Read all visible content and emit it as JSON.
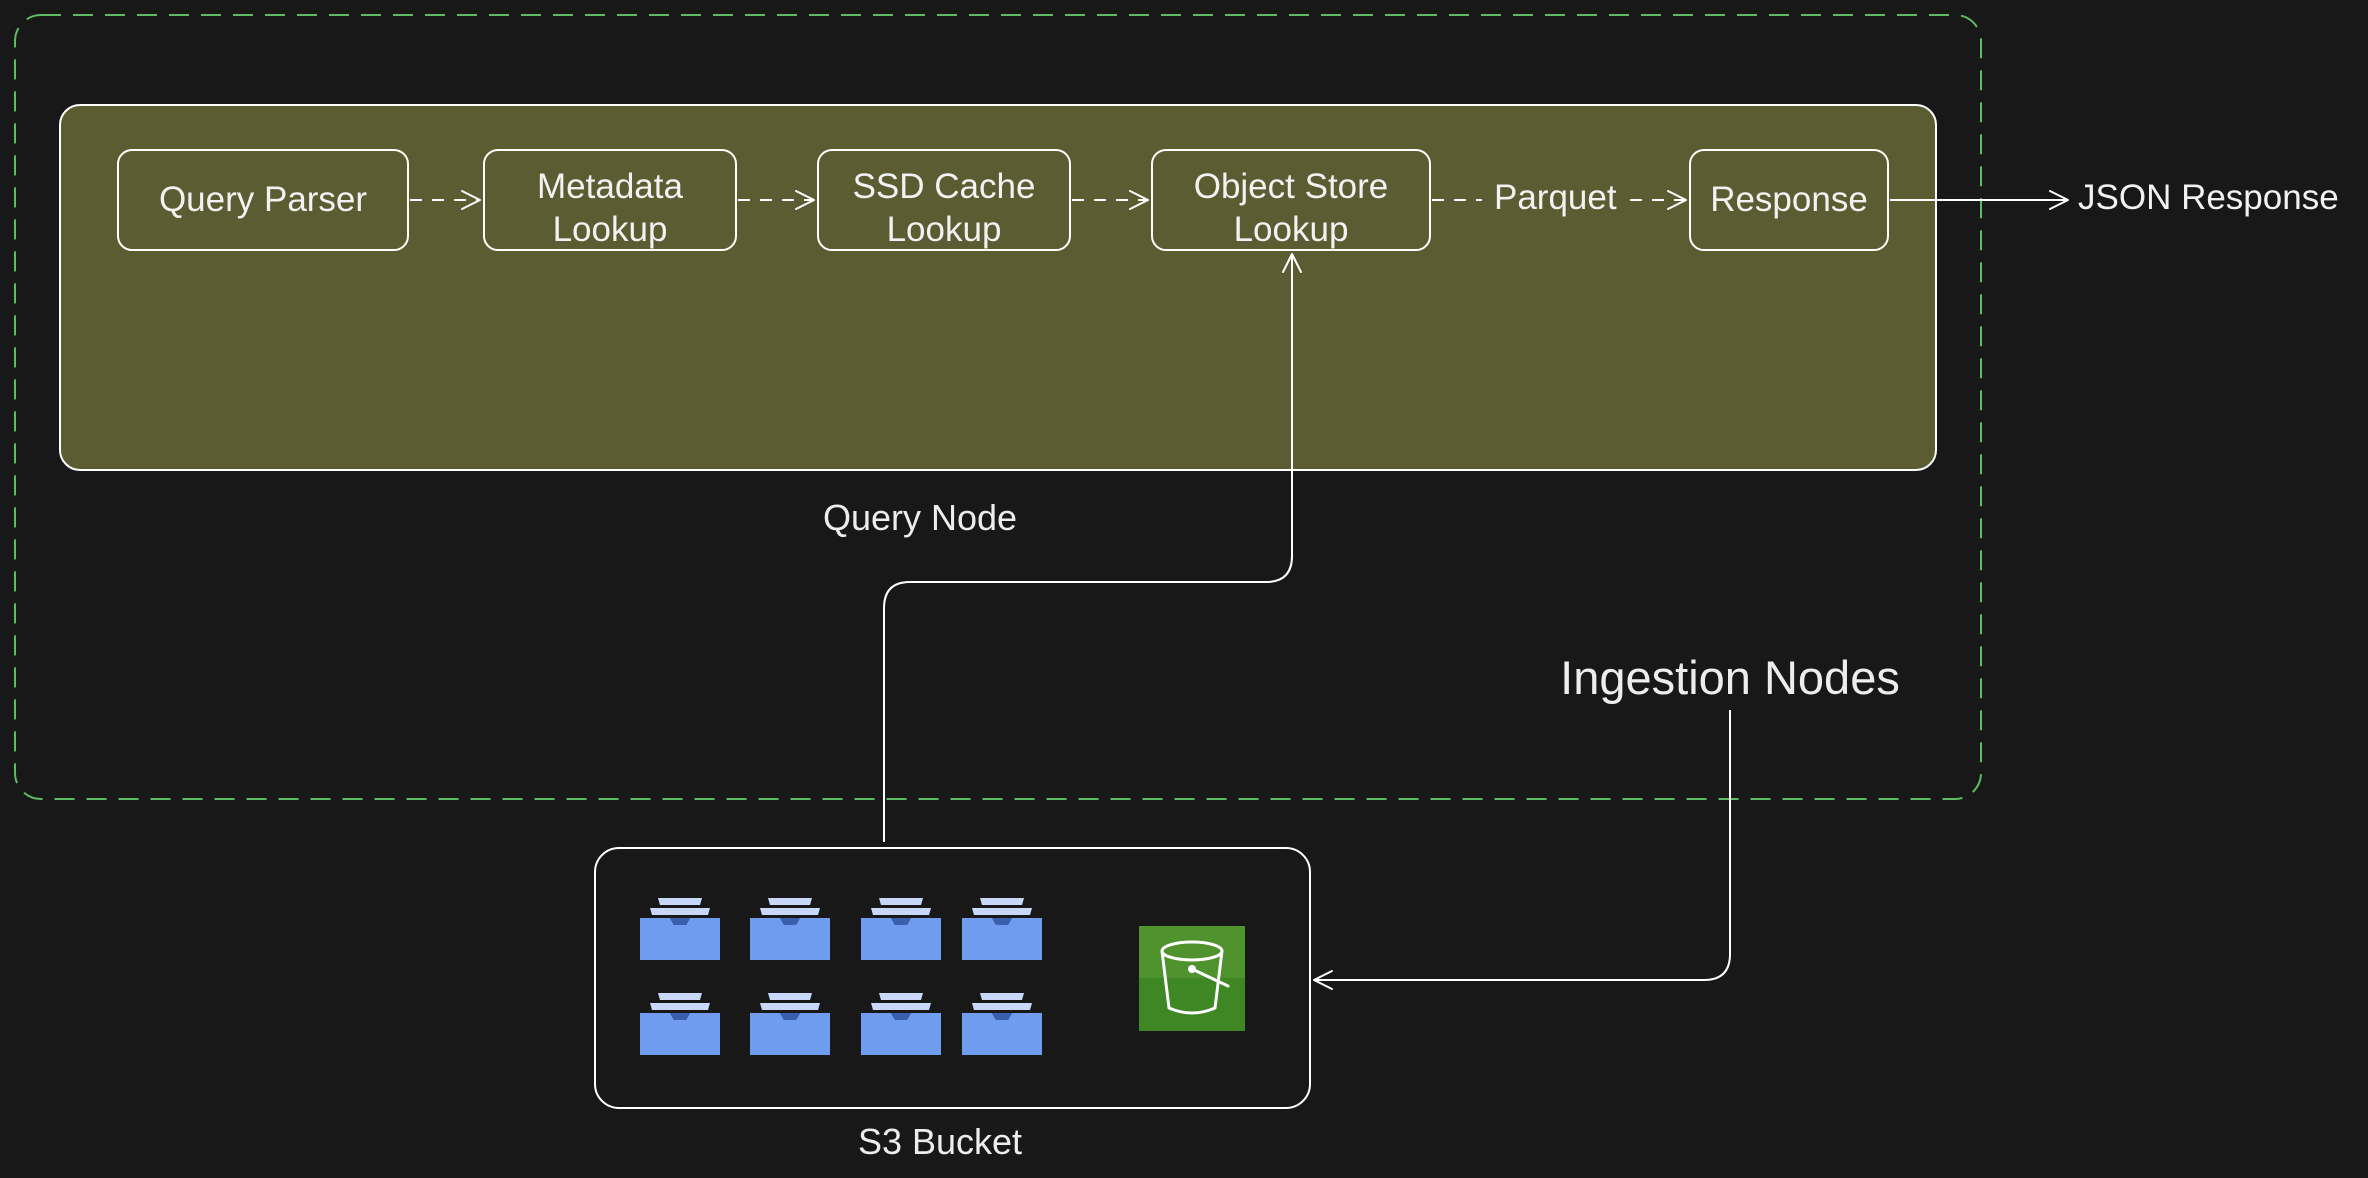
{
  "diagram": {
    "container": {
      "label": "Ingestion Nodes",
      "border_color": "#5dbb63"
    },
    "query_node": {
      "label": "Query Node",
      "fill_color": "#5b5c31"
    },
    "pipeline": [
      {
        "id": "query-parser",
        "label": "Query Parser"
      },
      {
        "id": "metadata-lookup",
        "label": "Metadata\nLookup"
      },
      {
        "id": "ssd-cache-lookup",
        "label": "SSD Cache\nLookup"
      },
      {
        "id": "object-store-lookup",
        "label": "Object Store\nLookup"
      },
      {
        "id": "response",
        "label": "Response"
      }
    ],
    "edge_labels": {
      "parquet": "Parquet",
      "json_response": "JSON Response"
    },
    "s3_bucket": {
      "label": "S3 Bucket",
      "object_icon": "storage-tray-icon",
      "object_icon_color": "#6f9cee",
      "object_count": 8,
      "bucket_icon": "s3-bucket-icon",
      "bucket_icon_color": "#3f8624"
    },
    "colors": {
      "background": "#181818",
      "stroke": "#ffffff"
    }
  }
}
